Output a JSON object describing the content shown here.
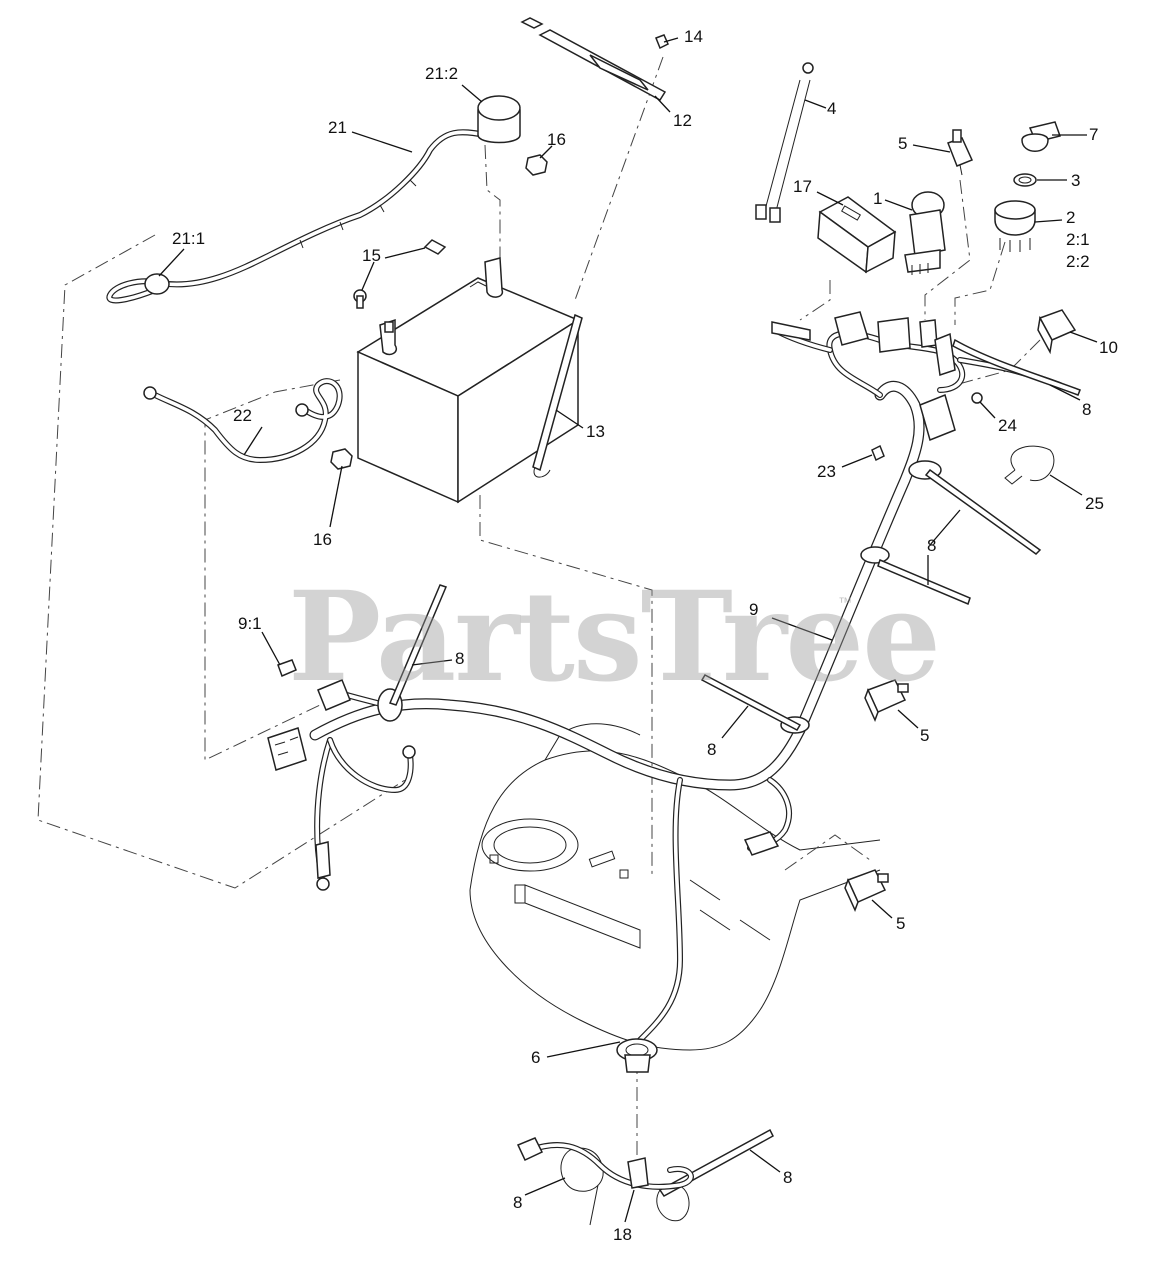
{
  "watermark": {
    "text": "PartsTree",
    "trademark": "™"
  },
  "callouts": [
    {
      "id": "14",
      "text": "14"
    },
    {
      "id": "12",
      "text": "12"
    },
    {
      "id": "21-2",
      "text": "21:2"
    },
    {
      "id": "21",
      "text": "21"
    },
    {
      "id": "16-top",
      "text": "16"
    },
    {
      "id": "21-1",
      "text": "21:1"
    },
    {
      "id": "15",
      "text": "15"
    },
    {
      "id": "22",
      "text": "22"
    },
    {
      "id": "16-bottom",
      "text": "16"
    },
    {
      "id": "13",
      "text": "13"
    },
    {
      "id": "4",
      "text": "4"
    },
    {
      "id": "5-top",
      "text": "5"
    },
    {
      "id": "7",
      "text": "7"
    },
    {
      "id": "3",
      "text": "3"
    },
    {
      "id": "17",
      "text": "17"
    },
    {
      "id": "1",
      "text": "1"
    },
    {
      "id": "2",
      "text": "2"
    },
    {
      "id": "2-1",
      "text": "2:1"
    },
    {
      "id": "2-2",
      "text": "2:2"
    },
    {
      "id": "10",
      "text": "10"
    },
    {
      "id": "8-right",
      "text": "8"
    },
    {
      "id": "24",
      "text": "24"
    },
    {
      "id": "23",
      "text": "23"
    },
    {
      "id": "25",
      "text": "25"
    },
    {
      "id": "8-upper",
      "text": "8"
    },
    {
      "id": "9",
      "text": "9"
    },
    {
      "id": "9-1",
      "text": "9:1"
    },
    {
      "id": "8-left",
      "text": "8"
    },
    {
      "id": "5-mid",
      "text": "5"
    },
    {
      "id": "8-mid",
      "text": "8"
    },
    {
      "id": "5-lower",
      "text": "5"
    },
    {
      "id": "6",
      "text": "6"
    },
    {
      "id": "8-bottom-right",
      "text": "8"
    },
    {
      "id": "8-bottom-left",
      "text": "8"
    },
    {
      "id": "18",
      "text": "18"
    }
  ]
}
